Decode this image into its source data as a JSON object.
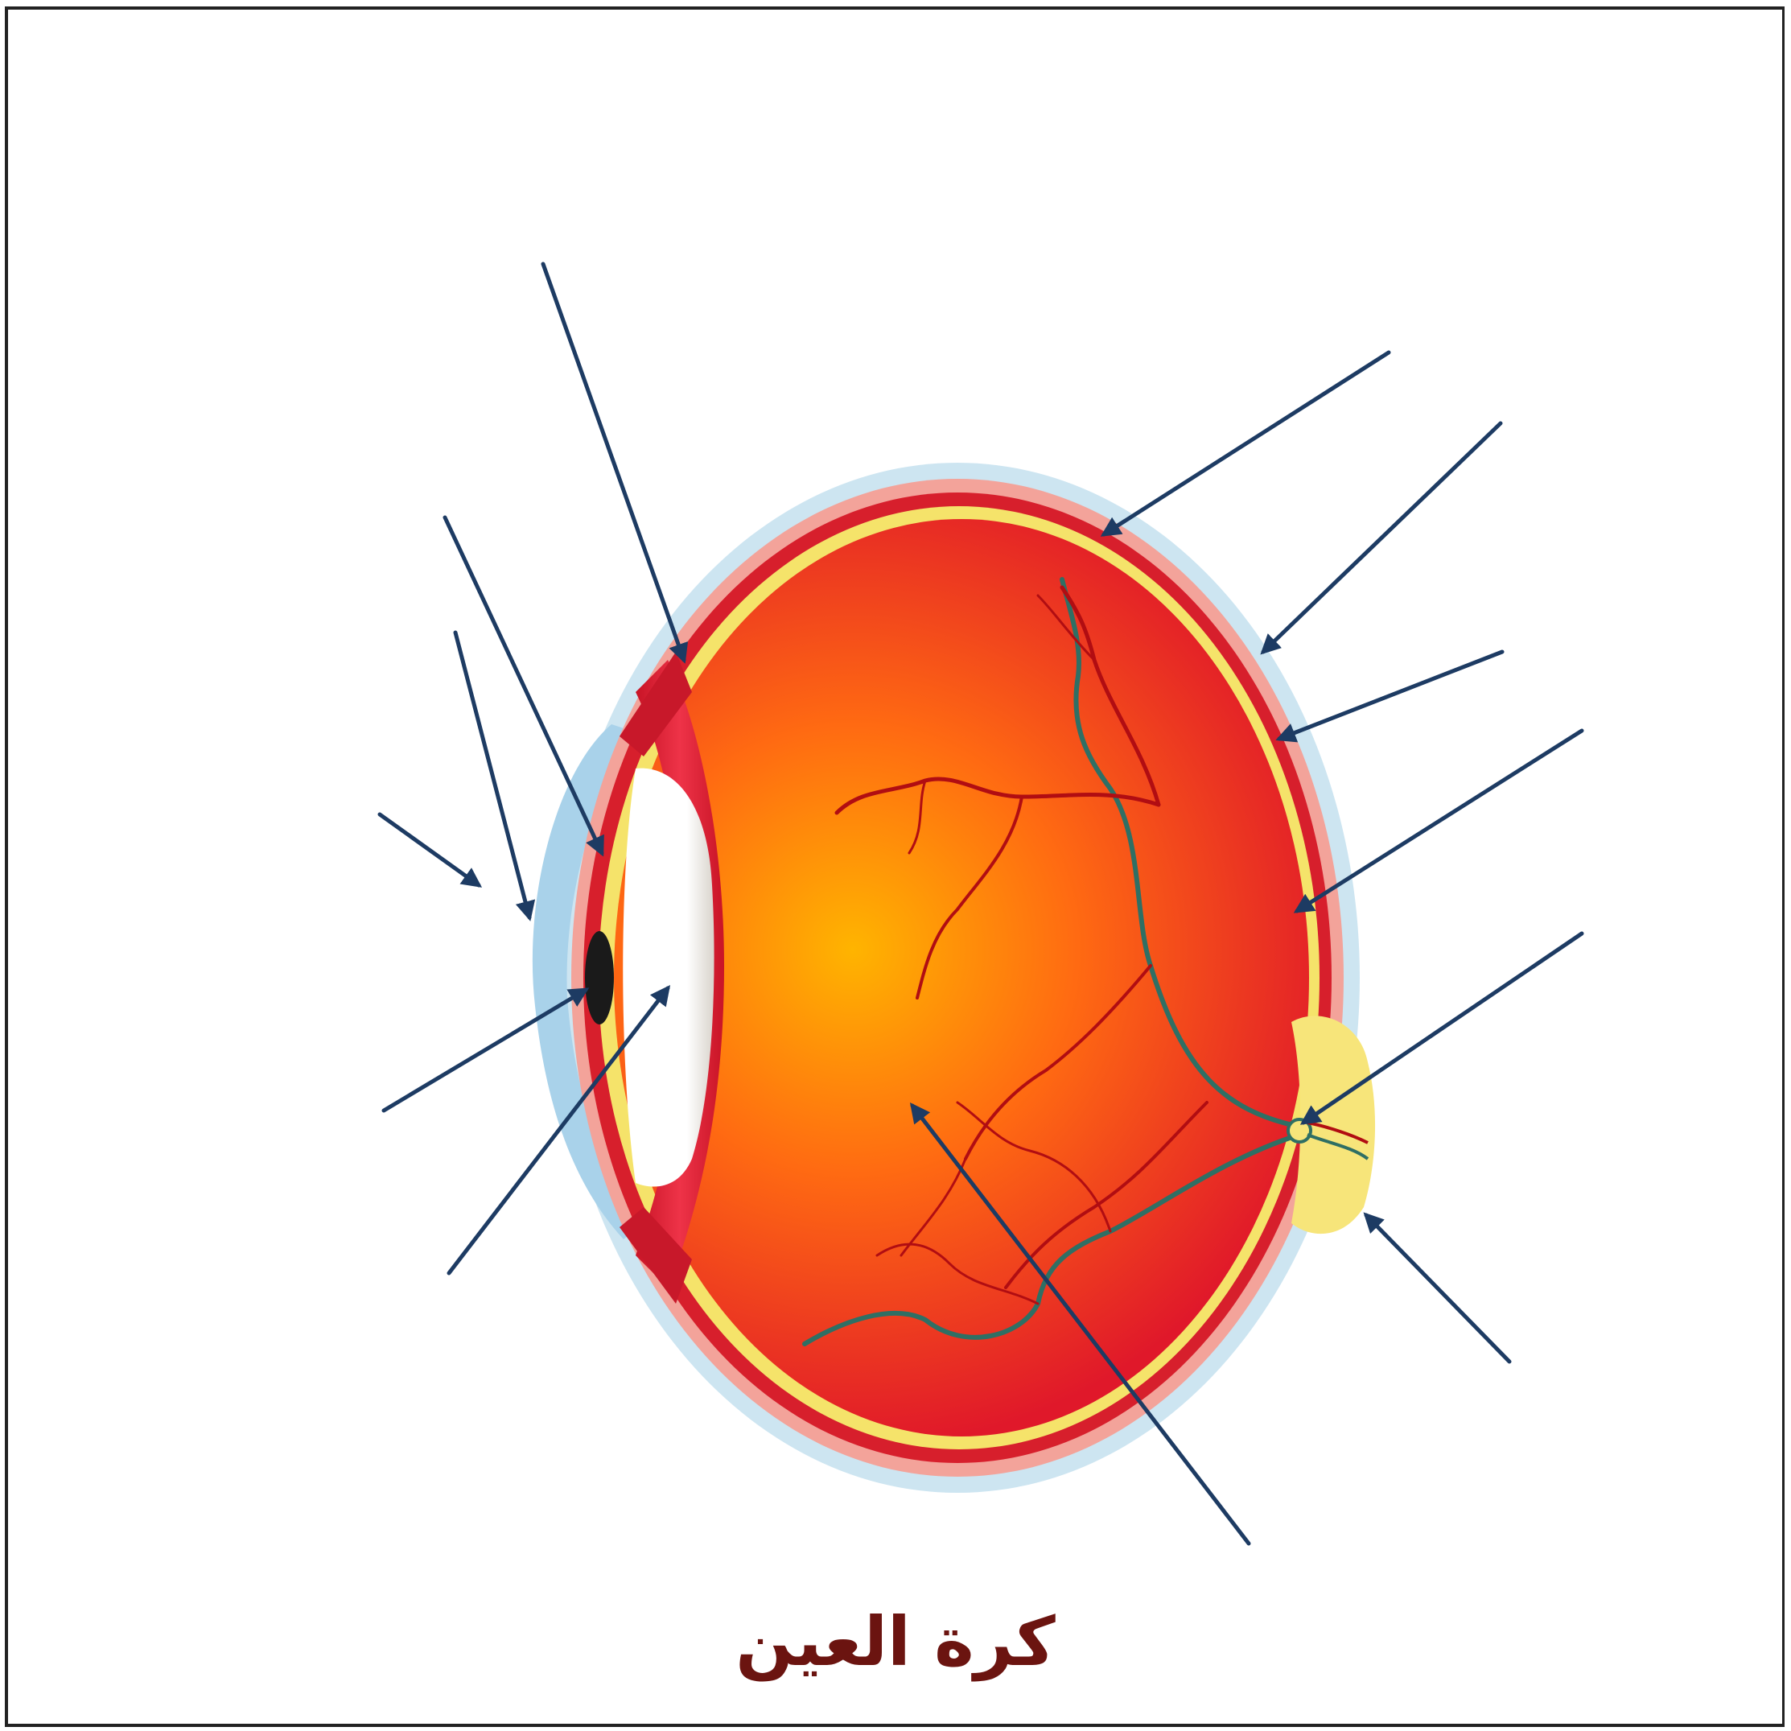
{
  "diagram": {
    "caption": "كرة العين",
    "colors": {
      "frame": "#222222",
      "pointer": "#1d3b63",
      "caption": "#6b1410",
      "interior_light": "#ffb400",
      "interior_mid": "#ff6a12",
      "interior_dark": "#e0182a",
      "choroid": "#d71f2c",
      "retina_layer": "#f5e36a",
      "sclera": "#f3a39a",
      "outer_sheath": "#c8e2f0",
      "blood_vessel_dark": "#b10d12",
      "blood_vessel_teal": "#2f6f64",
      "lens": "#ffffff",
      "pupil": "#1a1a1a",
      "optic_disc": "#f7e57a"
    },
    "label_pointers": [
      {
        "name": "pointer-upper-left-lens-edge"
      },
      {
        "name": "pointer-left-iris"
      },
      {
        "name": "pointer-left-cornea-inner"
      },
      {
        "name": "pointer-left-cornea-outer"
      },
      {
        "name": "pointer-left-pupil"
      },
      {
        "name": "pointer-left-lens"
      },
      {
        "name": "pointer-upper-right-retina"
      },
      {
        "name": "pointer-right-sclera-outer"
      },
      {
        "name": "pointer-right-choroid"
      },
      {
        "name": "pointer-right-retina"
      },
      {
        "name": "pointer-right-blind-spot"
      },
      {
        "name": "pointer-right-optic-nerve"
      },
      {
        "name": "pointer-bottom-vitreous"
      }
    ]
  }
}
